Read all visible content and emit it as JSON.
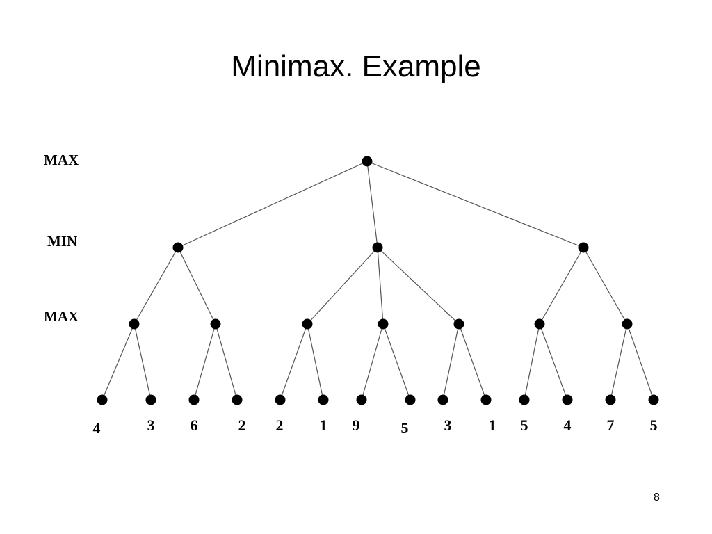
{
  "slide": {
    "title": "Minimax.  Example",
    "page_number": "8"
  },
  "levels": [
    "MAX",
    "MIN",
    "MAX"
  ],
  "tree": {
    "branching": [
      3,
      2,
      2,
      2,
      2,
      2,
      2,
      2
    ],
    "leaf_values": [
      "4",
      "3",
      "6",
      "2",
      "2",
      "1",
      "9",
      "5",
      "3",
      "1",
      "5",
      "4",
      "7",
      "5"
    ]
  }
}
